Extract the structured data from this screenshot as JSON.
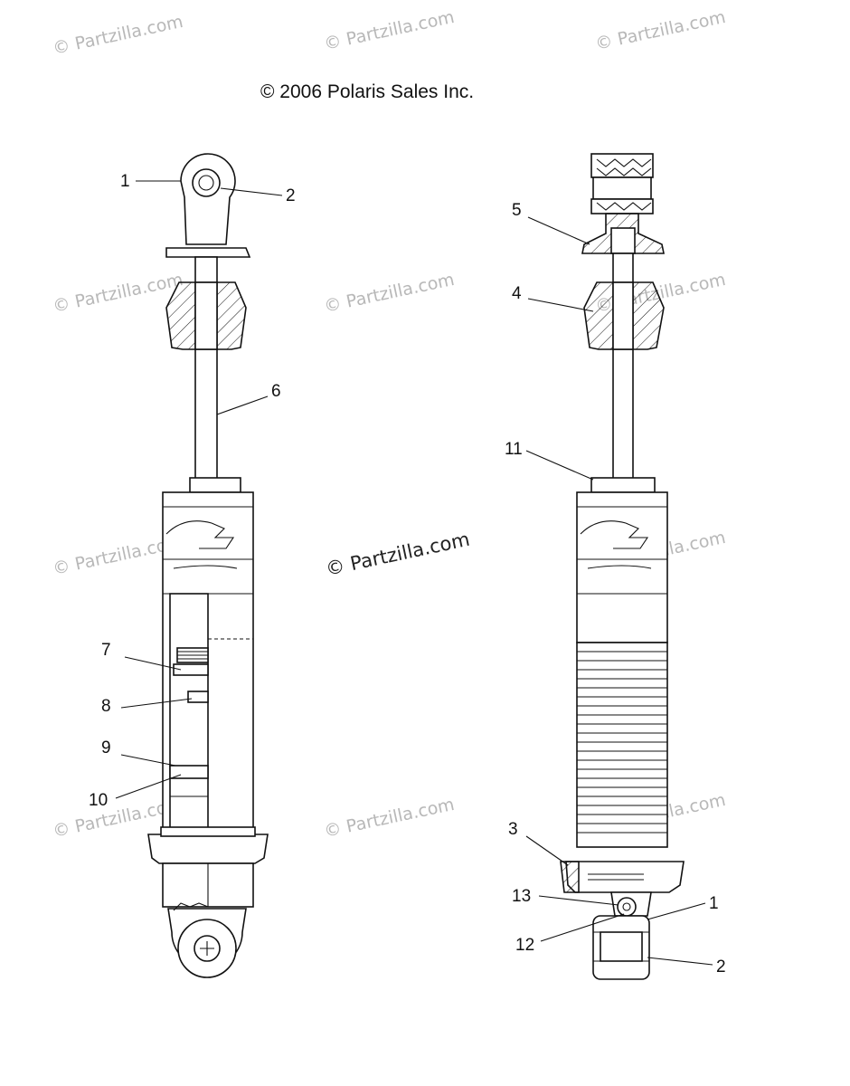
{
  "copyright": "© 2006 Polaris Sales Inc.",
  "watermark": "© Partzilla.com",
  "colors": {
    "line": "#111111",
    "watermark": "#b8b8b8",
    "background": "#ffffff"
  },
  "callouts_left": [
    "1",
    "2",
    "6",
    "7",
    "8",
    "9",
    "10"
  ],
  "callouts_right": [
    "5",
    "4",
    "11",
    "3",
    "13",
    "12",
    "1",
    "2"
  ]
}
